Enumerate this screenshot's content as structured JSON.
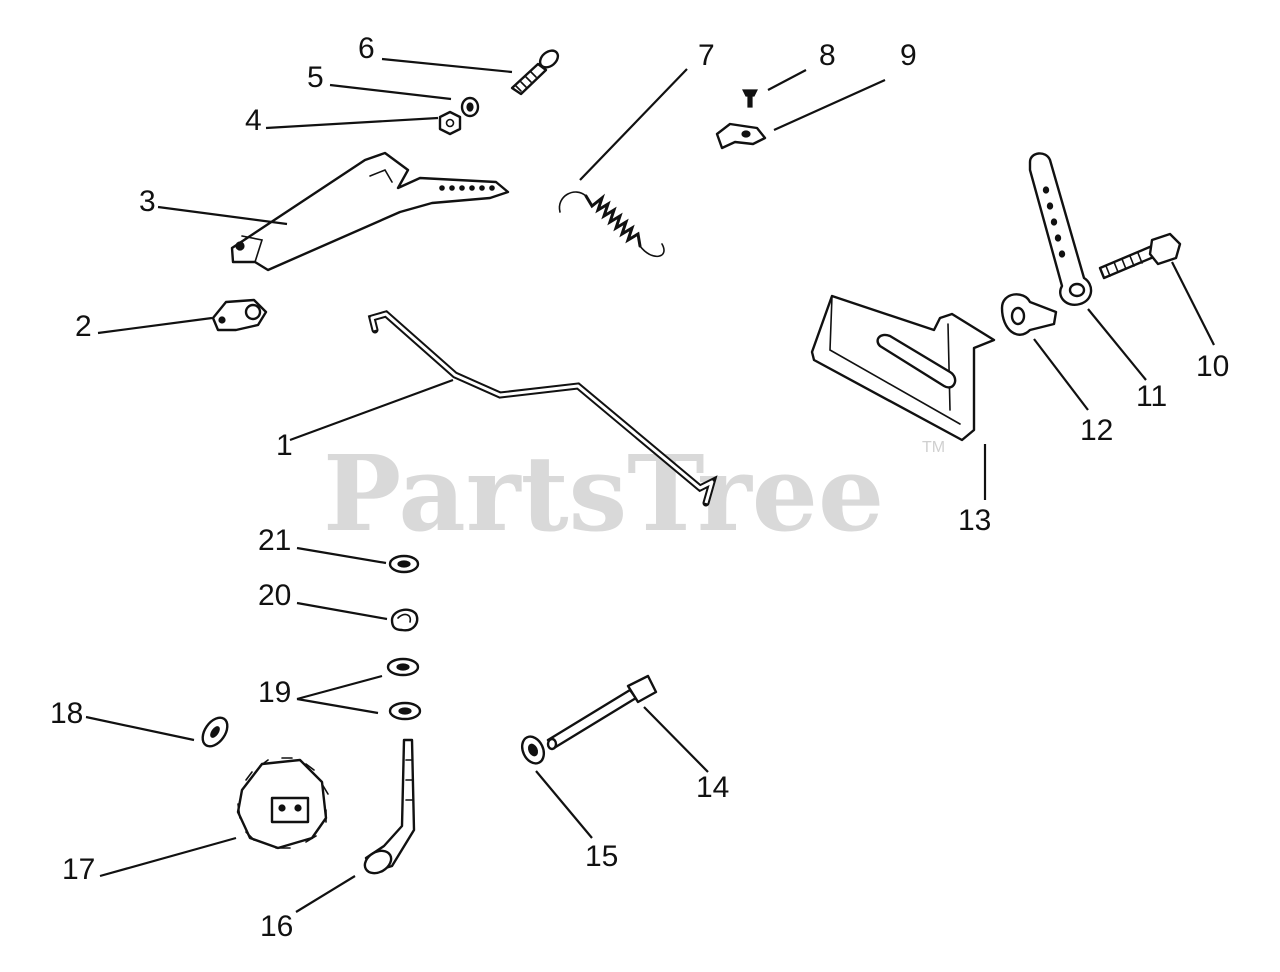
{
  "watermark": {
    "text": "PartsTree",
    "trademark": "TM"
  },
  "callouts": [
    {
      "id": "c1",
      "label": "1"
    },
    {
      "id": "c2",
      "label": "2"
    },
    {
      "id": "c3",
      "label": "3"
    },
    {
      "id": "c4",
      "label": "4"
    },
    {
      "id": "c5",
      "label": "5"
    },
    {
      "id": "c6",
      "label": "6"
    },
    {
      "id": "c7",
      "label": "7"
    },
    {
      "id": "c8",
      "label": "8"
    },
    {
      "id": "c9",
      "label": "9"
    },
    {
      "id": "c10",
      "label": "10"
    },
    {
      "id": "c11",
      "label": "11"
    },
    {
      "id": "c12",
      "label": "12"
    },
    {
      "id": "c13",
      "label": "13"
    },
    {
      "id": "c14",
      "label": "14"
    },
    {
      "id": "c15",
      "label": "15"
    },
    {
      "id": "c16",
      "label": "16"
    },
    {
      "id": "c17",
      "label": "17"
    },
    {
      "id": "c18",
      "label": "18"
    },
    {
      "id": "c19",
      "label": "19"
    },
    {
      "id": "c20",
      "label": "20"
    },
    {
      "id": "c21",
      "label": "21"
    }
  ]
}
